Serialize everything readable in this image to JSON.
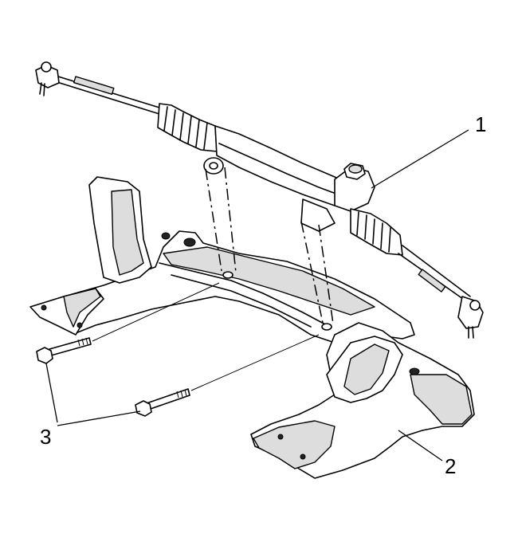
{
  "callouts": [
    {
      "label": "1",
      "target": "steering-gear"
    },
    {
      "label": "2",
      "target": "crossmember-frame"
    },
    {
      "label": "3",
      "target": "mounting-bolts"
    }
  ],
  "colors": {
    "line": "#000000",
    "background": "#ffffff",
    "shade": "#dddddd"
  }
}
